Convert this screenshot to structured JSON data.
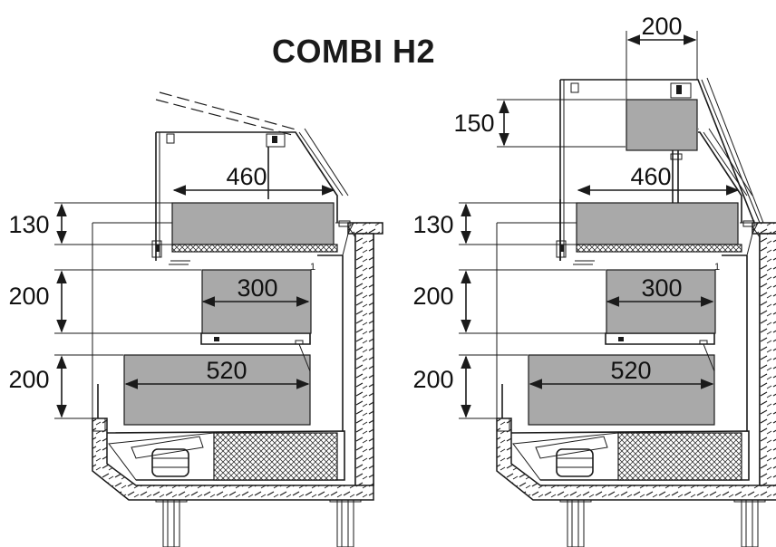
{
  "title": "COMBI H2",
  "left_view": {
    "dims": {
      "top_width": "460",
      "mid_width": "300",
      "bottom_width": "520",
      "top_height": "130",
      "mid_height": "200",
      "bottom_height": "200"
    }
  },
  "right_view": {
    "dims": {
      "upper_width": "200",
      "upper_height": "150",
      "top_width": "460",
      "mid_width": "300",
      "bottom_width": "520",
      "top_height": "130",
      "mid_height": "200",
      "bottom_height": "200"
    }
  },
  "colors": {
    "tray_fill": "#a9a9a9",
    "line": "#1a1a1a"
  }
}
